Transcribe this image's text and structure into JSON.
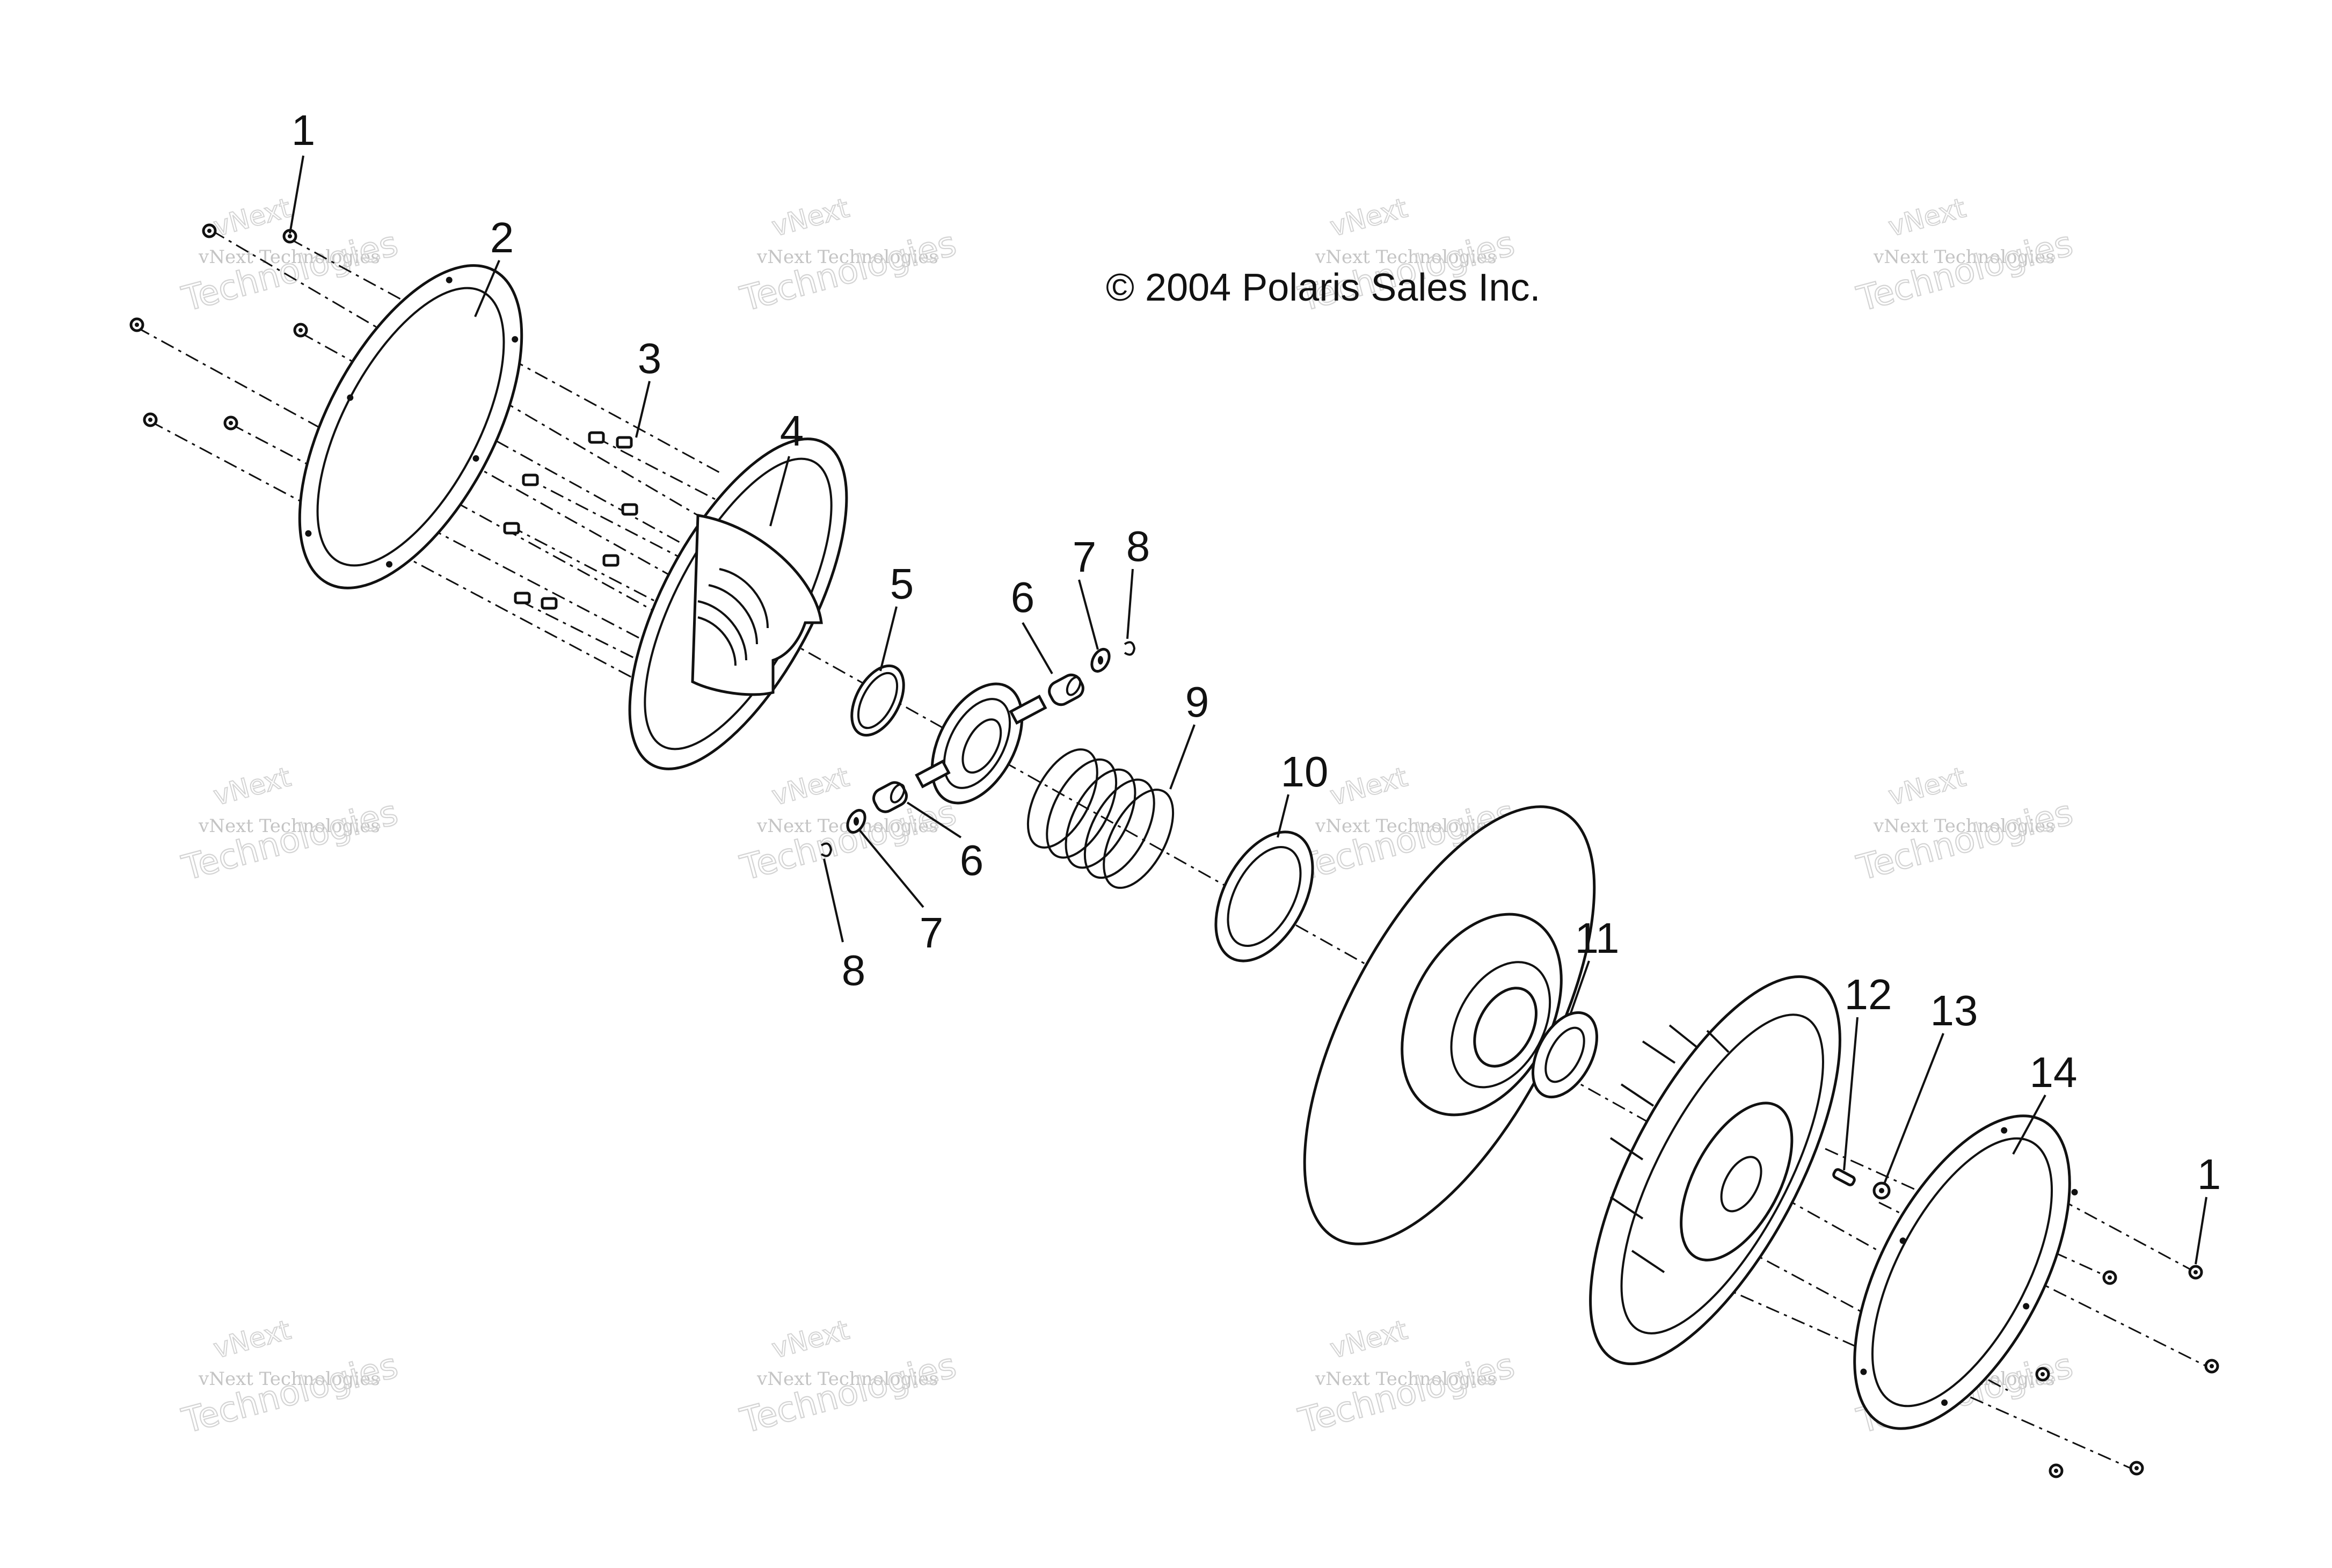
{
  "copyright": "© 2004 Polaris Sales Inc.",
  "watermark": {
    "line1": "vNext Technologies",
    "line2": "Technologies",
    "line0": "vNext"
  },
  "callouts": [
    "1",
    "2",
    "3",
    "4",
    "5",
    "6",
    "7",
    "8",
    "9",
    "10",
    "11",
    "12",
    "13",
    "14",
    "1",
    "6",
    "7",
    "8"
  ]
}
